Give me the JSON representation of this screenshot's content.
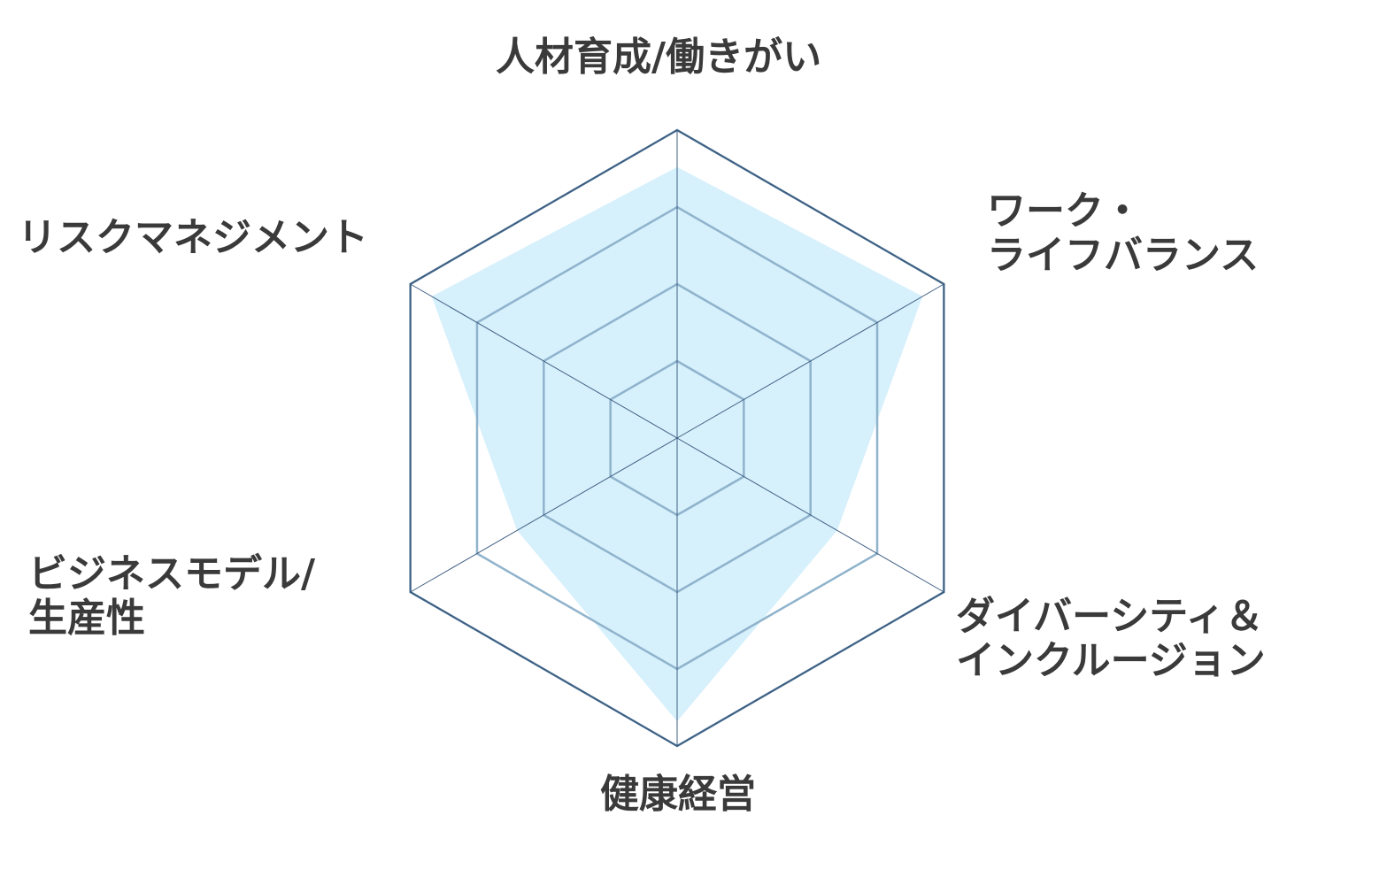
{
  "chart_data": {
    "type": "radar",
    "title": "",
    "axes": [
      {
        "label_lines": [
          "人材育成/働きがい"
        ],
        "value": 4.4
      },
      {
        "label_lines": [
          "ワーク・",
          "ライフバランス"
        ],
        "value": 4.6
      },
      {
        "label_lines": [
          "ダイバーシティ＆",
          "インクルージョン"
        ],
        "value": 3.0
      },
      {
        "label_lines": [
          "健康経営"
        ],
        "value": 4.6
      },
      {
        "label_lines": [
          "ビジネスモデル/",
          "生産性"
        ],
        "value": 3.0
      },
      {
        "label_lines": [
          "リスクマネジメント"
        ],
        "value": 4.6
      }
    ],
    "rmax": 5,
    "levels": 4,
    "grid": true,
    "colors": {
      "fill": "#d6f0fc",
      "outer_grid": "#3f5f82",
      "inner_grid": "#8fb3cc",
      "spokes": "#3f5f82"
    }
  }
}
